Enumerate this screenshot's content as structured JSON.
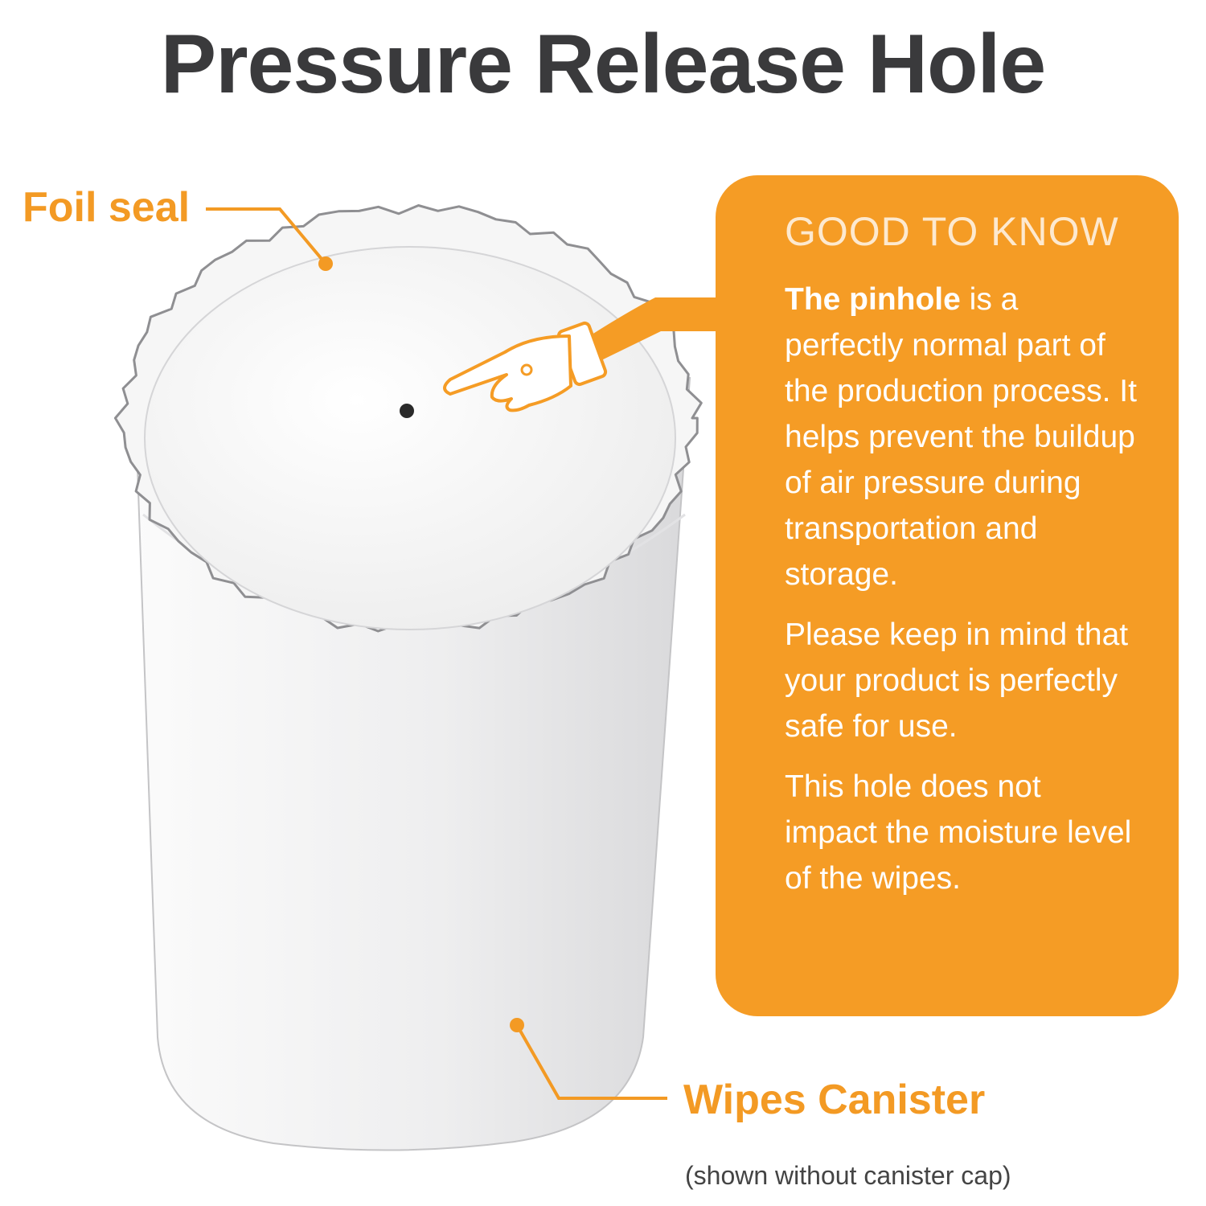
{
  "title": "Pressure Release Hole",
  "labels": {
    "foil_seal": "Foil seal",
    "canister": "Wipes Canister",
    "canister_note": "(shown without canister cap)"
  },
  "card": {
    "heading": "GOOD TO KNOW",
    "para1_bold": "The pinhole",
    "para1_rest": " is a perfectly normal part of the production process. It helps prevent the buildup of air pressure during transportation and storage.",
    "para2": "Please keep in mind that your product is perfectly safe for use.",
    "para3": "This hole does not impact the moisture level of the wipes."
  },
  "colors": {
    "accent": "#f59c25",
    "title": "#3a3a3c"
  }
}
